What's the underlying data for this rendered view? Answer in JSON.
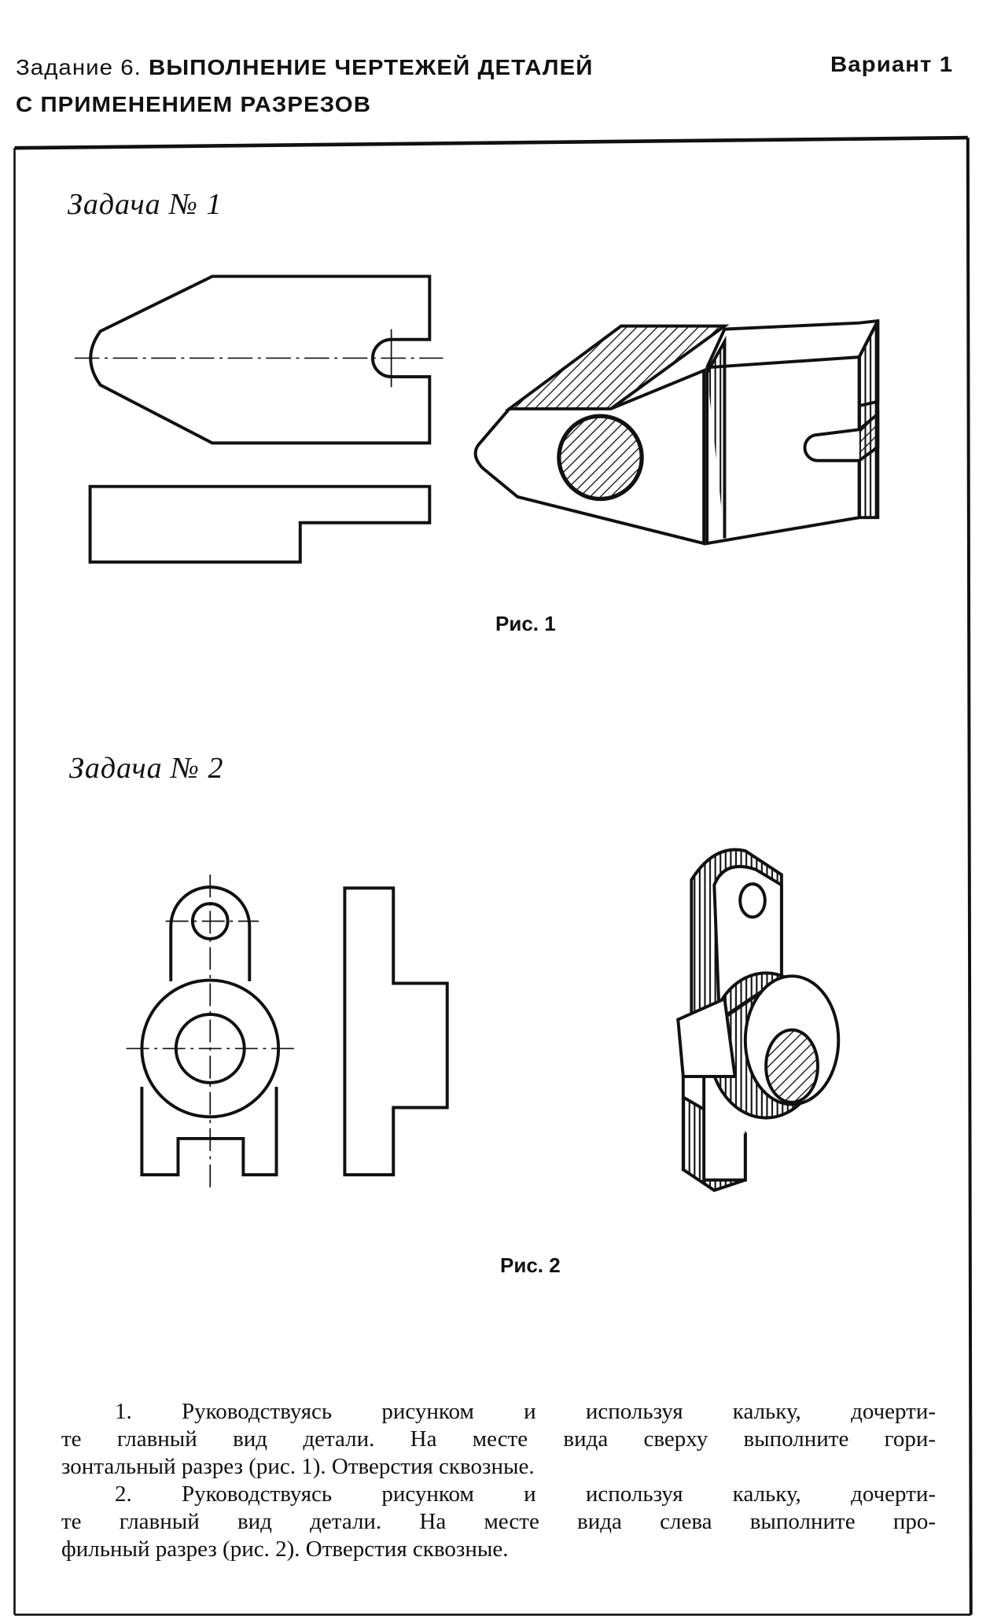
{
  "header": {
    "task_number": "Задание 6.",
    "title_line1": "ВЫПОЛНЕНИЕ ЧЕРТЕЖЕЙ ДЕТАЛЕЙ",
    "title_line2": "С ПРИМЕНЕНИЕМ РАЗРЕЗОВ",
    "variant": "Вариант 1"
  },
  "problems": [
    {
      "title": "Задача № 1",
      "caption": "Рис. 1"
    },
    {
      "title": "Задача № 2",
      "caption": "Рис. 2"
    }
  ],
  "instructions": {
    "p1": [
      "1. Руководствуясь рисунком и используя кальку, дочерти-",
      "те главный вид детали. На месте вида сверху выполните гори-",
      "зонтальный разрез (рис. 1). Отверстия сквозные."
    ],
    "p2": [
      "2. Руководствуясь рисунком и используя кальку, дочерти-",
      "те главный вид детали. На месте вида слева выполните про-",
      "фильный разрез (рис. 2). Отверстия сквозные."
    ]
  }
}
